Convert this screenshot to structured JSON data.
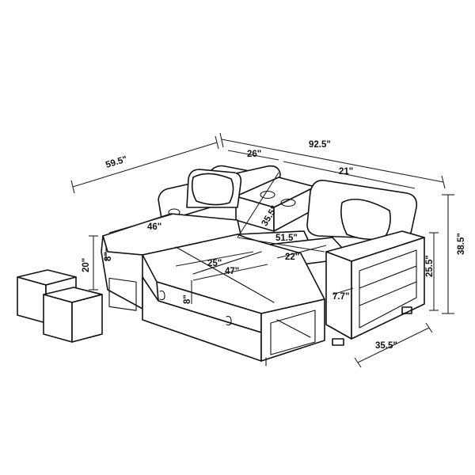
{
  "dimensions": {
    "chaise_depth": "59.5\"",
    "sofa_width": "92.5\"",
    "chaise_width": "26\"",
    "seat_width": "21\"",
    "console_depth": "35.5\"",
    "chaise_seat_depth": "46\"",
    "bed_width": "51.5\"",
    "seat_depth": "22\"",
    "bed_section": "25\"",
    "bed_length": "47\"",
    "bed_height": "8\"",
    "storage_depth": "8\"",
    "seat_height": "20\"",
    "seat_height_total": "25.5\"",
    "overall_height": "38.5\"",
    "arm_width": "7.7\"",
    "overall_depth": "35.5\""
  }
}
